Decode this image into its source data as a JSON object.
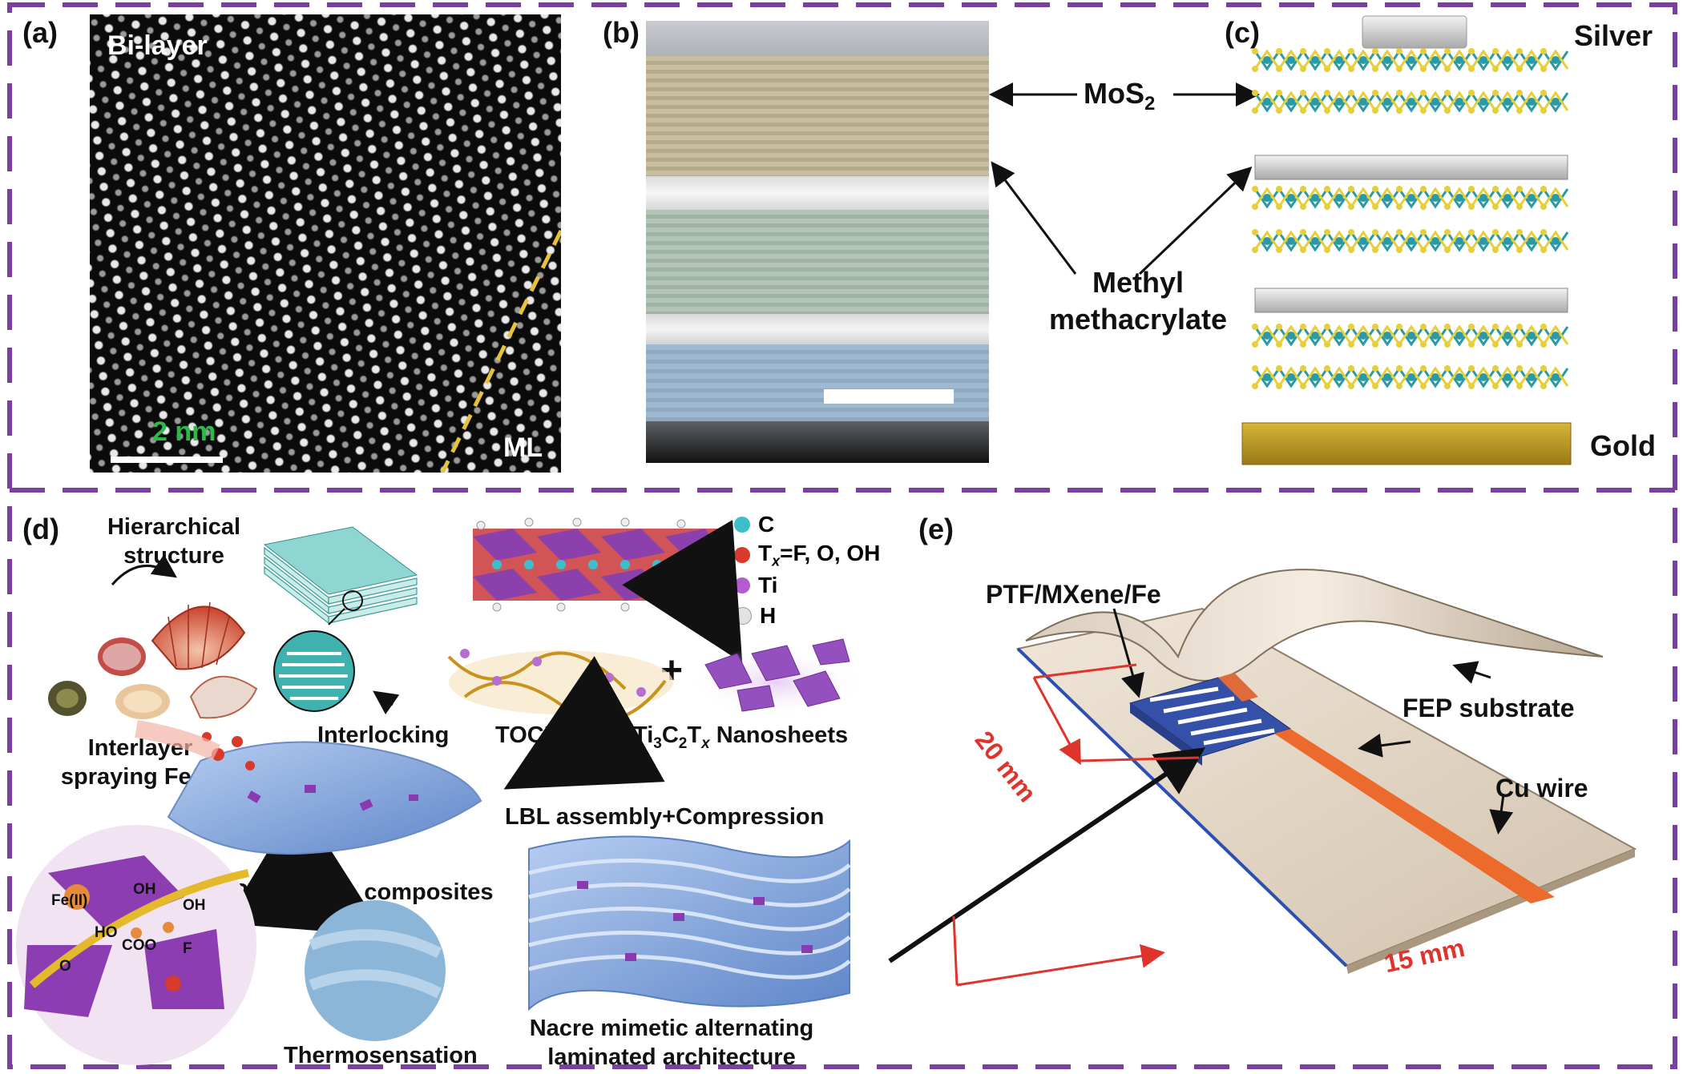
{
  "panel_a": {
    "letter": "(a)",
    "title": "Bi-layer",
    "scale_bar": "2 nm",
    "region": "ML"
  },
  "panel_b": {
    "letter": "(b)"
  },
  "panel_c": {
    "letter": "(c)",
    "top_electrode": "Silver",
    "bottom_electrode": "Gold"
  },
  "shared_labels": {
    "mos2_base": "MoS",
    "mos2_sub": "2",
    "methyl_line1": "Methyl",
    "methyl_line2": "methacrylate"
  },
  "panel_d": {
    "letter": "(d)",
    "hierarchical_1": "Hierarchical",
    "hierarchical_2": "structure",
    "interlayer_1": "Interlayer",
    "interlayer_2": "spraying Fe(II)",
    "interlocking": "Interlocking",
    "tocnf": "TOCNF",
    "nanosheets_a": "Ti",
    "nanosheets_b": "3",
    "nanosheets_c": "C",
    "nanosheets_d": "2",
    "nanosheets_e": "T",
    "nanosheets_f": "x",
    "nanosheets_g": " Nanosheets",
    "lbl_assembly": "LBL assembly+Compression",
    "composites": "PTF/MXene composites",
    "thermosensation": "Thermosensation",
    "nacre_1": "Nacre mimetic alternating",
    "nacre_2": "laminated architecture",
    "plus": "+",
    "legend": [
      {
        "key": "c",
        "label": "C",
        "color": "#3dbfc9"
      },
      {
        "key": "tx",
        "label": "=F, O, OH",
        "prefix": "T",
        "sub": "x",
        "color": "#d83a2c"
      },
      {
        "key": "ti",
        "label": "Ti",
        "color": "#b35ccf"
      },
      {
        "key": "h",
        "label": "H",
        "color": "#dcdcdc"
      }
    ],
    "chem_labels": {
      "fe": "Fe(II)",
      "oh1": "OH",
      "oh2": "OH",
      "ho": "HO",
      "coo": "COO",
      "f": "F",
      "o": "O"
    }
  },
  "panel_e": {
    "letter": "(e)",
    "device": "PTF/MXene/Fe",
    "substrate": "FEP substrate",
    "wire": "Cu wire",
    "dim_1": "20 mm",
    "dim_2": "15 mm"
  },
  "colors": {
    "frame": "#7b3fa1",
    "dim": "#e0332b",
    "gold": "#c8a12a",
    "electrode": "#b8b8b8",
    "mo": "#2a9aa6",
    "s": "#e6cf3a"
  }
}
